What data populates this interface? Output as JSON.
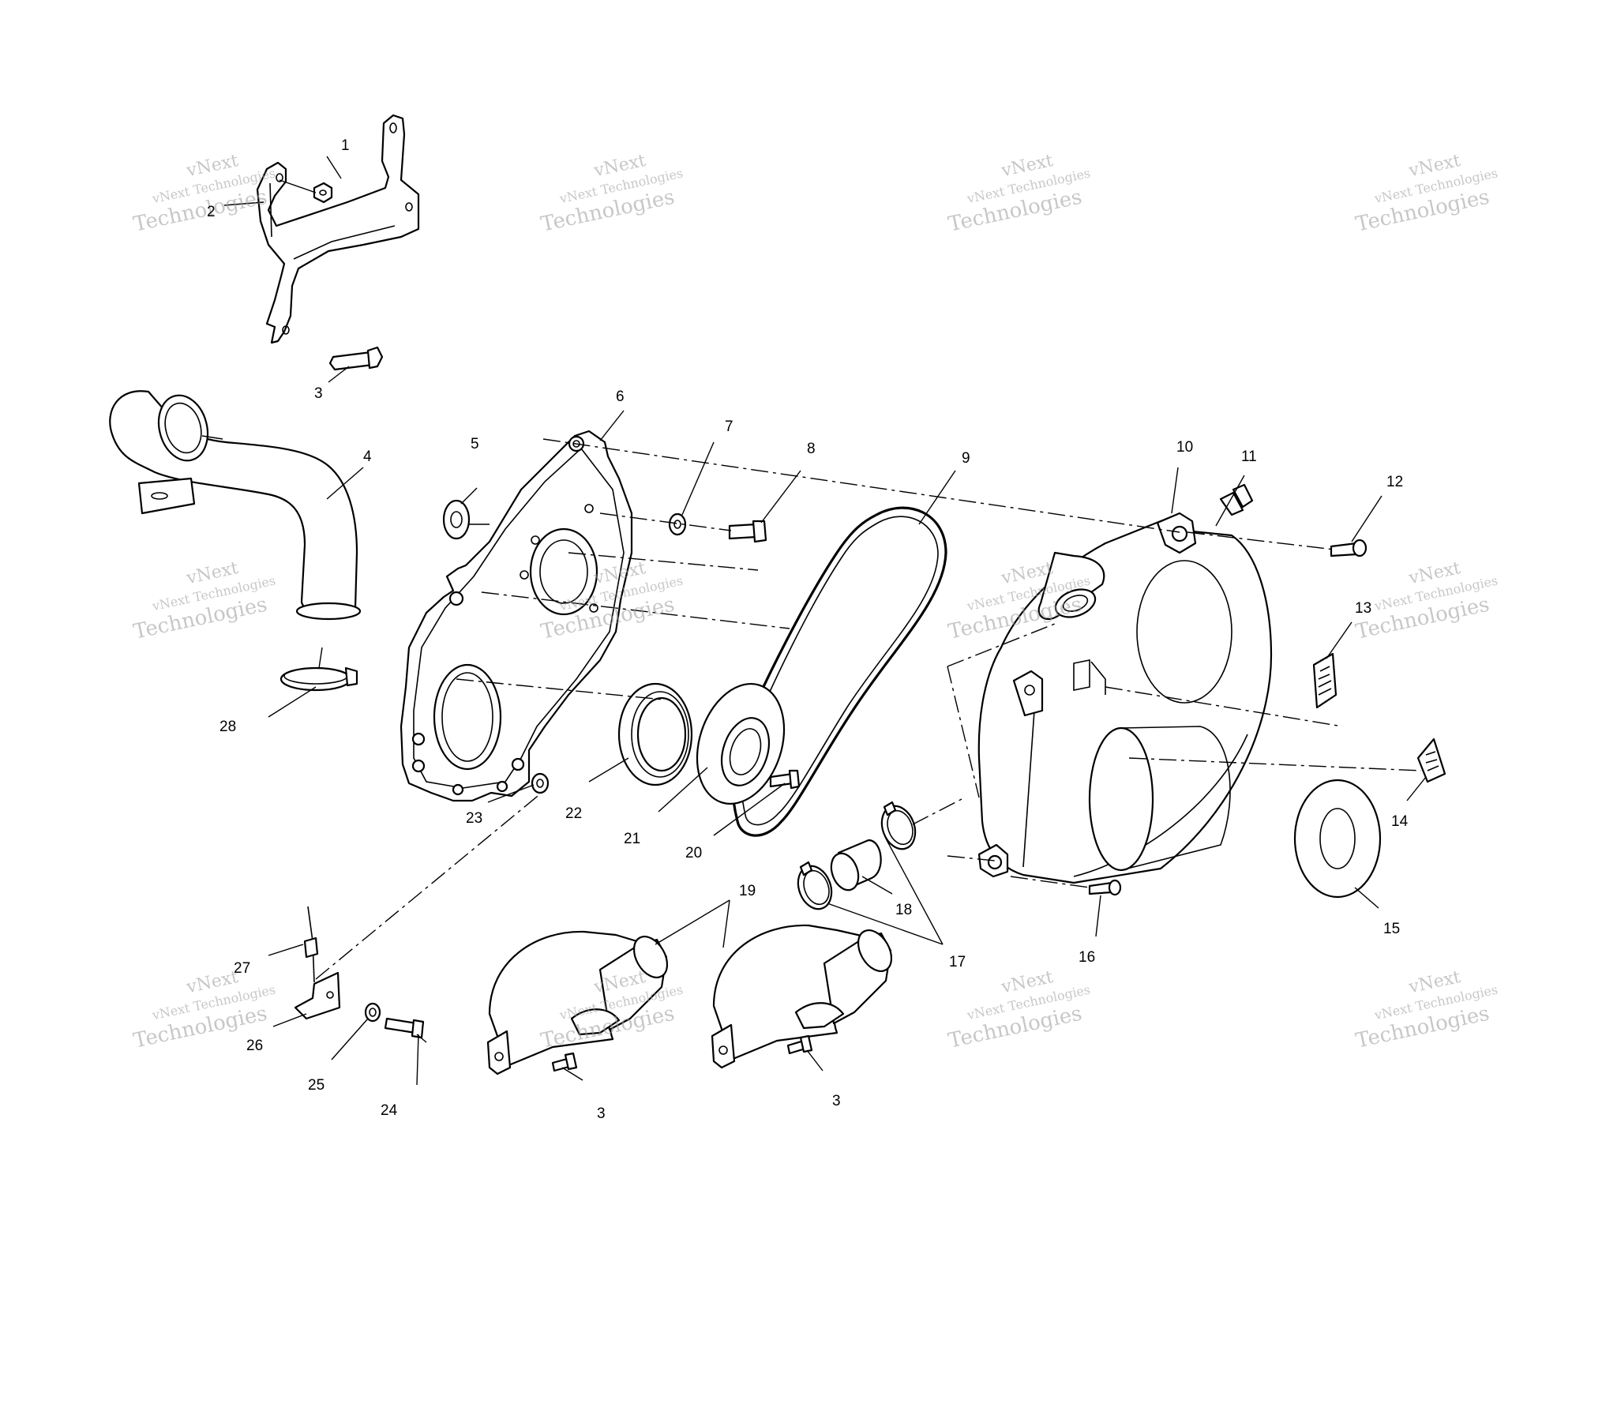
{
  "diagram": {
    "callouts": {
      "c1": "1",
      "c2": "2",
      "c3a": "3",
      "c3b": "3",
      "c3c": "3",
      "c4": "4",
      "c5": "5",
      "c6": "6",
      "c7": "7",
      "c8": "8",
      "c9": "9",
      "c10": "10",
      "c11": "11",
      "c12": "12",
      "c13": "13",
      "c14": "14",
      "c15": "15",
      "c16": "16",
      "c17": "17",
      "c18": "18",
      "c19": "19",
      "c20": "20",
      "c21": "21",
      "c22": "22",
      "c23": "23",
      "c24": "24",
      "c25": "25",
      "c26": "26",
      "c27": "27",
      "c28": "28"
    }
  },
  "watermark": {
    "line1": "vNext",
    "line2": "vNext Technologies",
    "line3": "Technologies"
  }
}
